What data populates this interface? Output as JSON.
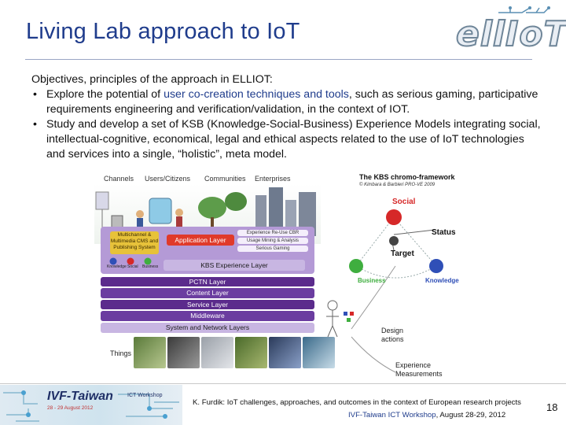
{
  "slide": {
    "title": "Living Lab approach to IoT",
    "logo_text": "ellIoT",
    "intro": "Objectives, principles of the approach in ELLIOT:",
    "bullets": [
      {
        "pre": "Explore the potential of ",
        "highlight": "user co-creation techniques and tools",
        "post": ", such as serious gaming, participative requirements engineering and verification/validation, in the context of IOT."
      },
      {
        "text": "Study and develop a set of KSB (Knowledge-Social-Business) Experience Models integrating social, intellectual-cognitive, economical, legal and ethical aspects related to the use of IoT technologies and services into a single, “holistic”, meta model."
      }
    ]
  },
  "architecture": {
    "headers": [
      "Channels",
      "Users/Citizens",
      "Communities",
      "Enterprises"
    ],
    "cms_label": "Multichannel & Multimedia CMS and Publishing System",
    "application_layer": "Application Layer",
    "exp_items": [
      "Experience Re-Use CBR",
      "Usage Mining & Analysis",
      "Serious Gaming"
    ],
    "kbs_legend": [
      "Knowledge",
      "Social",
      "Business"
    ],
    "layers": [
      "KBS Experience Layer",
      "PCTN Layer",
      "Content Layer",
      "Service Layer",
      "Middleware",
      "System and Network Layers"
    ],
    "things_label": "Things",
    "colors": {
      "purple": "#5b2b8c",
      "light_purple": "#c8b6e2",
      "cms": "#e7c23a"
    }
  },
  "kbs_diagram": {
    "title": "The KBS chromo-framework",
    "credit": "© Kimbara & Barbieri PRO-VE 2009",
    "social": "Social",
    "status": "Status",
    "target": "Target",
    "business": "Business",
    "knowledge": "Knowledge",
    "design": "Design actions",
    "experience": "Experience Measurements",
    "colors": {
      "social": "#d62828",
      "business": "#3fae3f",
      "knowledge": "#2f4fb7"
    }
  },
  "footer": {
    "banner_title": "IVF-Taiwan",
    "banner_sub": "ICT Workshop",
    "banner_date": "28 - 29 August 2012",
    "citation": "K. Furdik: IoT challenges, approaches, and outcomes in the context of European research projects",
    "event_name": "IVF-Taiwan ICT Workshop",
    "event_date": ", August 28-29, 2012",
    "page_number": "18"
  }
}
